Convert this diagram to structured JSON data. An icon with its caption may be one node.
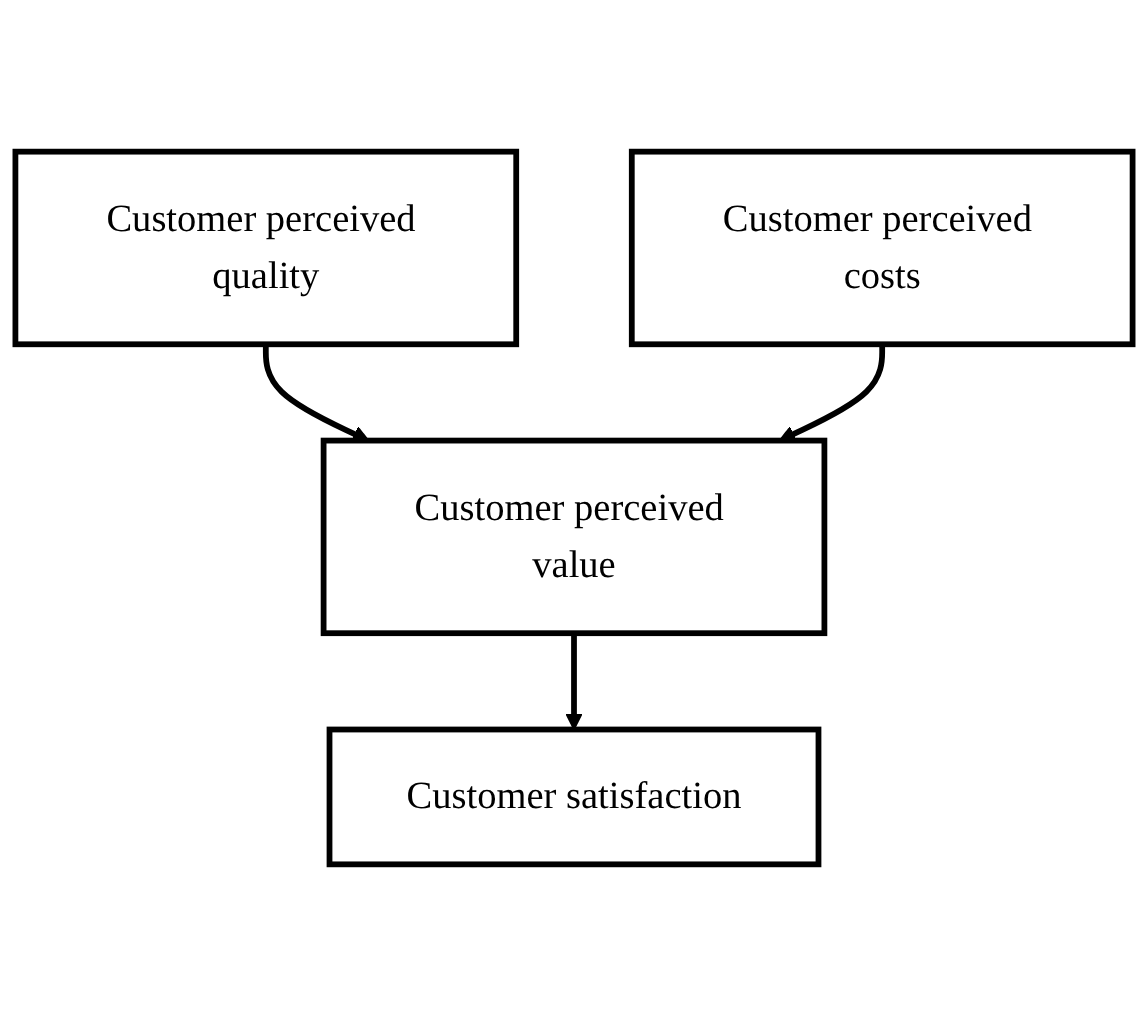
{
  "diagram": {
    "nodes": [
      {
        "text": [
          "Customer perceived quality"
        ]
      },
      {
        "text": [
          "Customer perceived value"
        ]
      },
      {
        "text": [
          "Customer satisfaction"
        ]
      },
      {
        "text": [
          "Customer perceived costs"
        ]
      }
    ],
    "edges": [
      {
        "from": 0,
        "to": 1,
        "arrow": "to"
      },
      {
        "from": 1,
        "to": 2,
        "arrow": "to"
      },
      {
        "from": 3,
        "to": 1,
        "arrow": "to"
      }
    ]
  }
}
